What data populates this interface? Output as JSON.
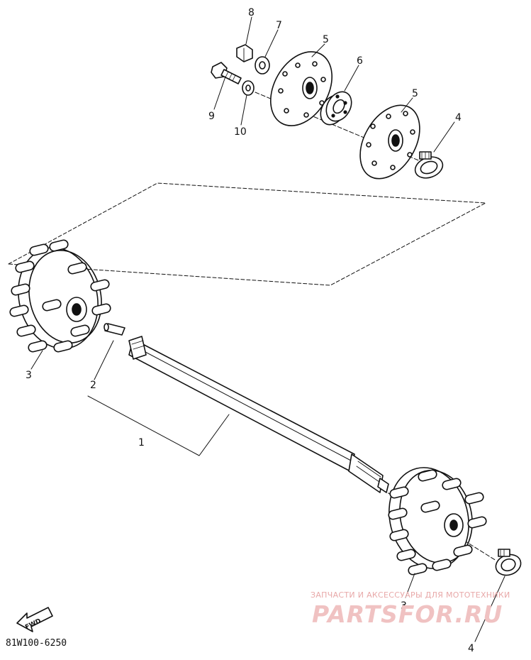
{
  "diagram_code": "81W100-6250",
  "fwd_label": "FWD",
  "watermark": {
    "tagline": "ЗАПЧАСТИ И АКСЕССУАРЫ ДЛЯ МОТОТЕХНИКИ",
    "brand": "PARTSFOR.RU"
  },
  "callouts": {
    "c1": "1",
    "c2": "2",
    "c3a": "3",
    "c3b": "3",
    "c4a": "4",
    "c4b": "4",
    "c5a": "5",
    "c5b": "5",
    "c6": "6",
    "c7": "7",
    "c8": "8",
    "c9": "9",
    "c10": "10"
  },
  "colors": {
    "line": "#111111",
    "watermark": "#e8a8a8"
  }
}
